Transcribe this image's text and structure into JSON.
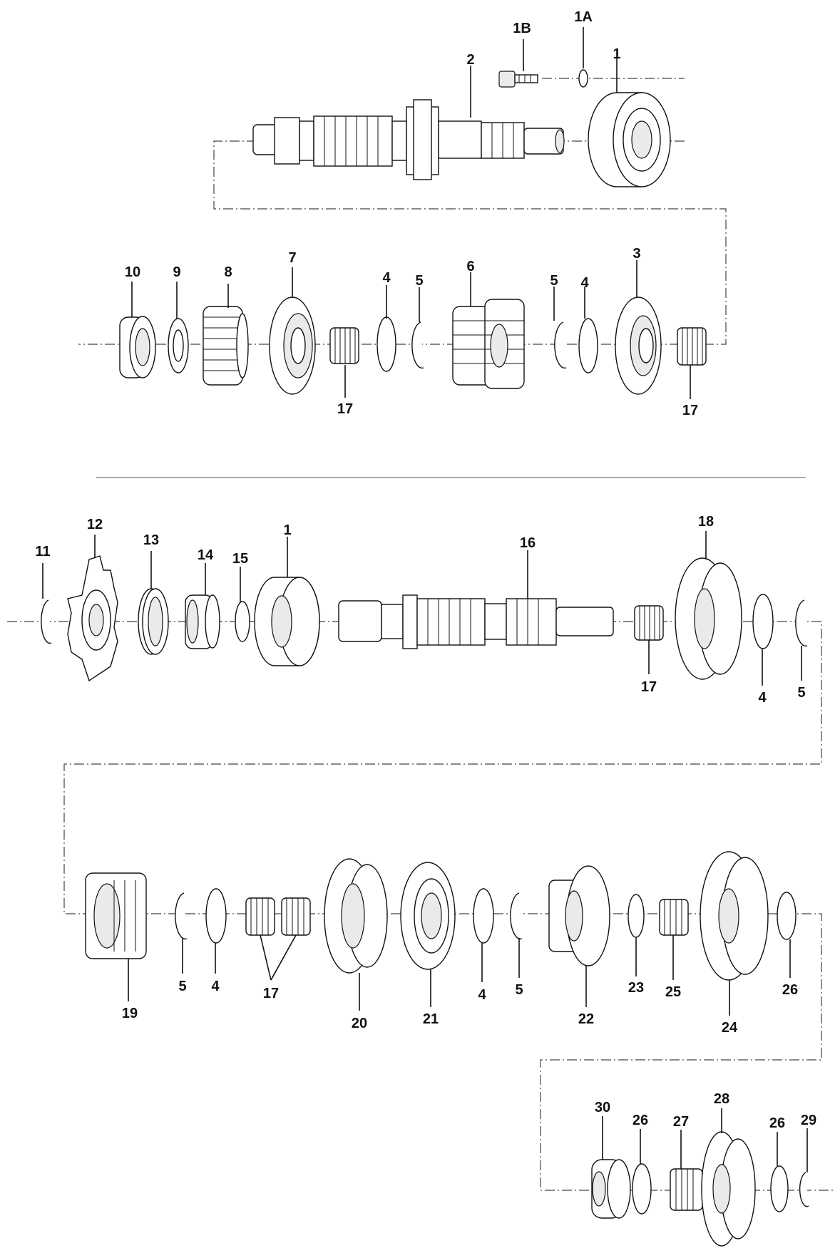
{
  "diagram": {
    "labels": {
      "p1b": "1B",
      "p1a": "1A",
      "p1_top": "1",
      "p2": "2",
      "p10": "10",
      "p9": "9",
      "p8": "8",
      "p7": "7",
      "p4_a": "4",
      "p5_a": "5",
      "p6": "6",
      "p5_b": "5",
      "p4_b": "4",
      "p3": "3",
      "p17_a": "17",
      "p17_b": "17",
      "p11": "11",
      "p12": "12",
      "p13": "13",
      "p14": "14",
      "p15": "15",
      "p1_mid": "1",
      "p16": "16",
      "p18": "18",
      "p17_c": "17",
      "p4_c": "4",
      "p5_c": "5",
      "p19": "19",
      "p5_d": "5",
      "p4_d": "4",
      "p17_d": "17",
      "p20": "20",
      "p21": "21",
      "p4_e": "4",
      "p5_e": "5",
      "p22": "22",
      "p23": "23",
      "p25": "25",
      "p24": "24",
      "p26_a": "26",
      "p30": "30",
      "p26_b": "26",
      "p27": "27",
      "p28": "28",
      "p26_c": "26",
      "p29": "29"
    }
  }
}
